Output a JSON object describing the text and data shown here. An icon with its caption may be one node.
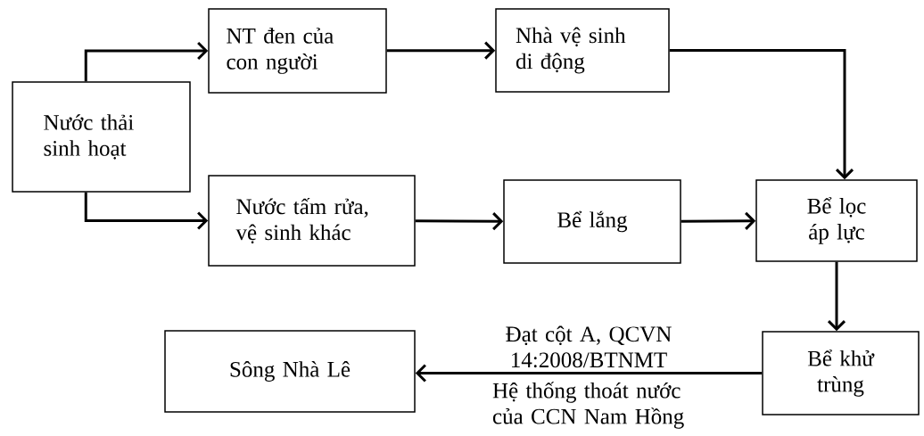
{
  "diagram": {
    "nodes": [
      {
        "text": [
          "Nước thải sinh hoạt"
        ]
      },
      {
        "text": [
          "NT đen của con người"
        ]
      },
      {
        "text": [
          "Nhà vệ sinh di động"
        ]
      },
      {
        "text": [
          "Nước tấm rửa, vệ sinh khác"
        ]
      },
      {
        "text": [
          "Bể lắng"
        ]
      },
      {
        "text": [
          "Bể lọc áp lực"
        ]
      },
      {
        "text": [
          "Bể khử trùng"
        ]
      },
      {
        "text": [
          "Sông Nhà Lê"
        ]
      }
    ],
    "edges": [
      {
        "from": 0,
        "to": 1,
        "arrow": "to"
      },
      {
        "from": 0,
        "to": 3,
        "arrow": "to"
      },
      {
        "from": 1,
        "to": 2,
        "arrow": "to"
      },
      {
        "from": 2,
        "to": 5,
        "arrow": "to"
      },
      {
        "from": 3,
        "to": 4,
        "arrow": "to"
      },
      {
        "from": 4,
        "to": 5,
        "arrow": "to"
      },
      {
        "from": 5,
        "to": 6,
        "arrow": "to"
      },
      {
        "from": 6,
        "to": 7,
        "arrow": "to",
        "label": "Đạt cột A, QCVN 14:2008/BTNMT"
      }
    ],
    "labels": [
      "Hệ thống thoát nước của CCN Nam Hồng"
    ]
  }
}
